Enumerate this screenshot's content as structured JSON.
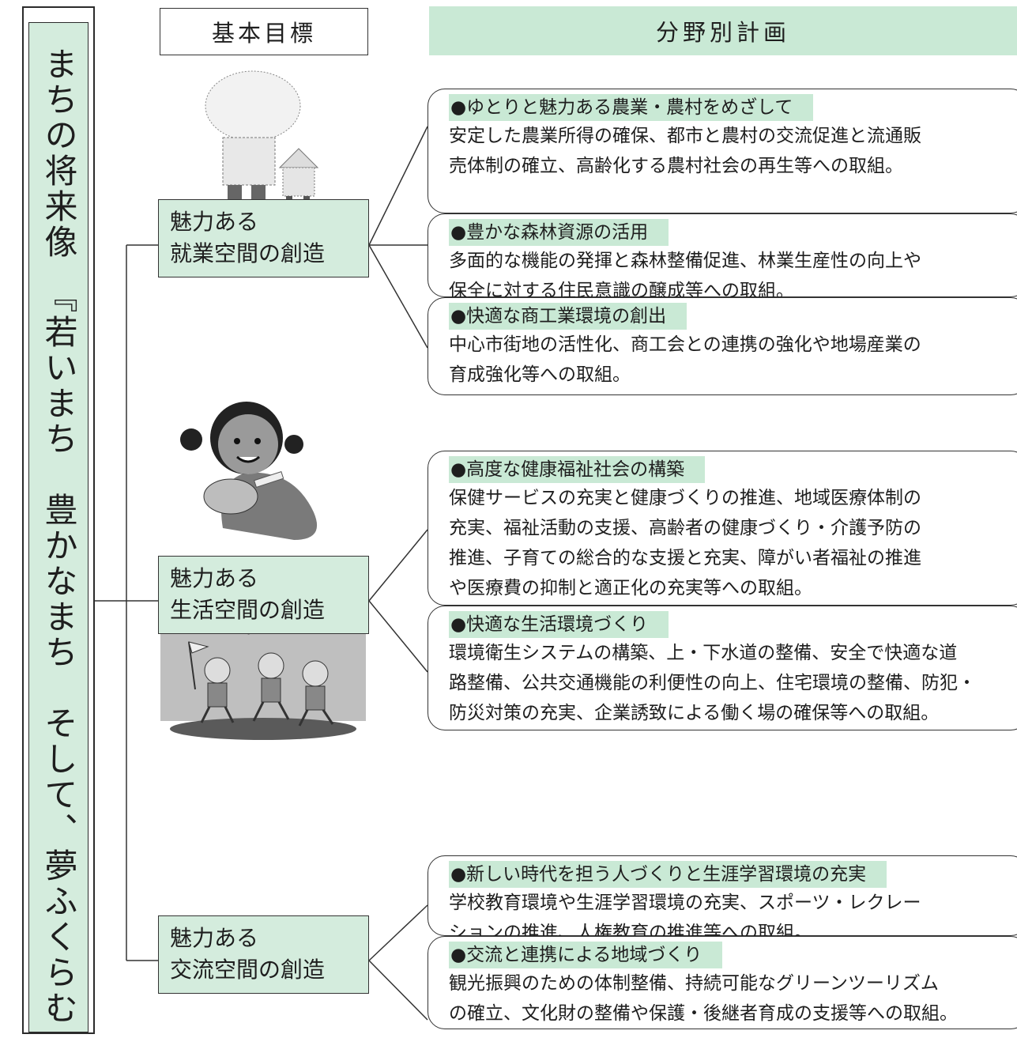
{
  "vision": {
    "text": "まちの将来像　『若いまち　豊かなまち　そして、夢ふくらむ　あさぎり町』"
  },
  "headers": {
    "goal": "基本目標",
    "plan": "分野別計画"
  },
  "colors": {
    "goal_fill": "#d4ecdd",
    "plan_title_fill": "#c9e9d5",
    "line": "#333333"
  },
  "goals": [
    {
      "line1": "魅力ある",
      "line2": "就業空間の創造",
      "illustration": "farmer-illustration"
    },
    {
      "line1": "魅力ある",
      "line2": "生活空間の創造",
      "illustration": "mother-baby-illustration"
    },
    {
      "line1": "魅力ある",
      "line2": "交流空間の創造",
      "illustration": "children-running-illustration"
    }
  ],
  "plans": [
    {
      "title": "●ゆとりと魅力ある農業・農村をめざして",
      "lines": [
        "安定した農業所得の確保、都市と農村の交流促進と流通販",
        "売体制の確立、高齢化する農村社会の再生等への取組。"
      ]
    },
    {
      "title": "●豊かな森林資源の活用",
      "lines": [
        "多面的な機能の発揮と森林整備促進、林業生産性の向上や",
        "保全に対する住民意識の醸成等への取組。"
      ]
    },
    {
      "title": "●快適な商工業環境の創出",
      "lines": [
        "中心市街地の活性化、商工会との連携の強化や地場産業の",
        "育成強化等への取組。"
      ]
    },
    {
      "title": "●高度な健康福祉社会の構築",
      "lines": [
        "保健サービスの充実と健康づくりの推進、地域医療体制の",
        "充実、福祉活動の支援、高齢者の健康づくり・介護予防の",
        "推進、子育ての総合的な支援と充実、障がい者福祉の推進",
        "や医療費の抑制と適正化の充実等への取組。"
      ]
    },
    {
      "title": "●快適な生活環境づくり",
      "lines": [
        "環境衛生システムの構築、上・下水道の整備、安全で快適な道",
        "路整備、公共交通機能の利便性の向上、住宅環境の整備、防犯・",
        "防災対策の充実、企業誘致による働く場の確保等への取組。"
      ]
    },
    {
      "title": "●新しい時代を担う人づくりと生涯学習環境の充実",
      "lines": [
        "学校教育環境や生涯学習環境の充実、スポーツ・レクレー",
        "ションの推進、人権教育の推進等への取組。"
      ]
    },
    {
      "title": "●交流と連携による地域づくり",
      "lines": [
        "観光振興のための体制整備、持続可能なグリーンツーリズム",
        "の確立、文化財の整備や保護・後継者育成の支援等への取組。"
      ]
    }
  ]
}
